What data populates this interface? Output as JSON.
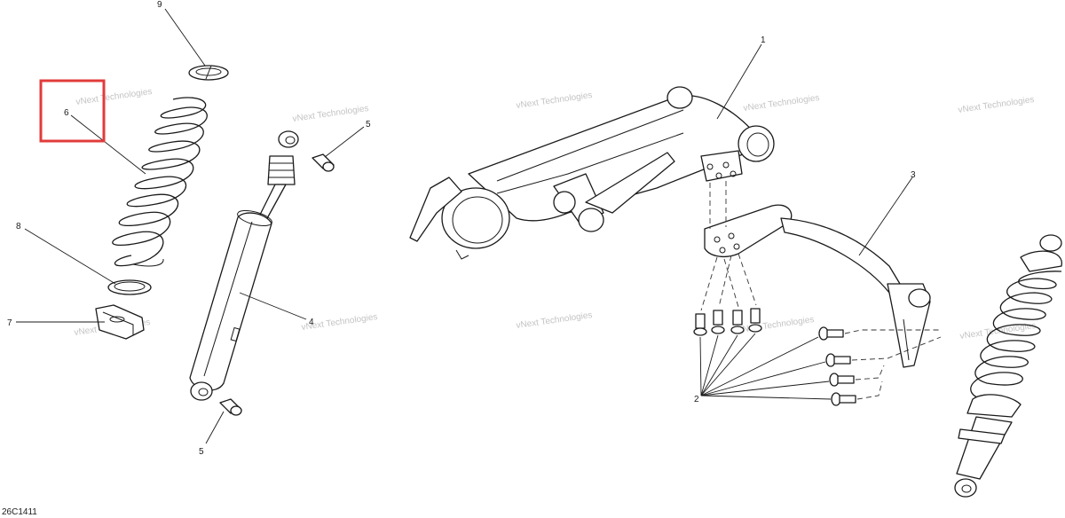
{
  "callouts": {
    "c1": "1",
    "c2": "2",
    "c3": "3",
    "c4": "4",
    "c5a": "5",
    "c5b": "5",
    "c6": "6",
    "c7": "7",
    "c8": "8",
    "c9": "9"
  },
  "watermark": "vNext Technologies",
  "diagram_code": "26C1411",
  "highlight_color": "#e23b3b"
}
